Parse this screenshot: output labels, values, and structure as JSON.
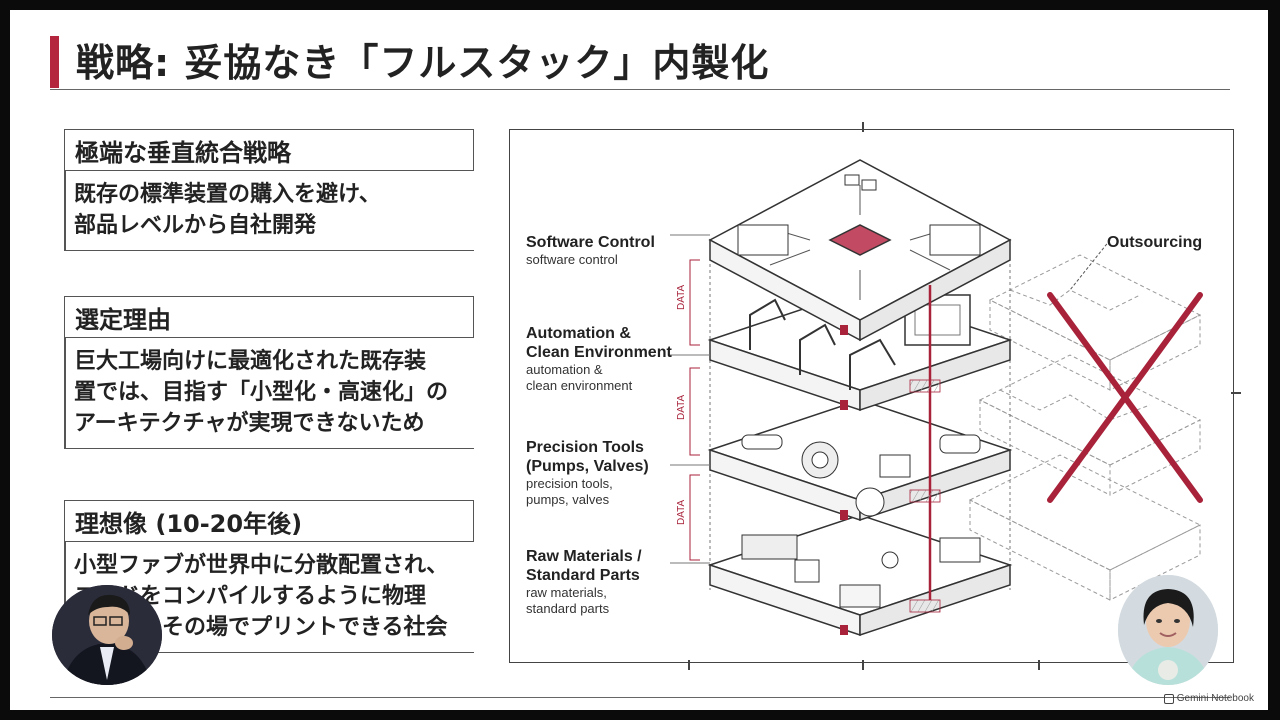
{
  "slide": {
    "title": "戦略: 妥協なき「フルスタック」内製化"
  },
  "sections": [
    {
      "heading": "極端な垂直統合戦略",
      "lines": [
        "既存の標準装置の購入を避け、",
        "部品レベルから自社開発"
      ]
    },
    {
      "heading": "選定理由",
      "lines": [
        "巨大工場向けに最適化された既存装",
        "置では、目指す「小型化・高速化」の",
        "アーキテクチャが実現できないため"
      ]
    },
    {
      "heading": "理想像 (10-20年後)",
      "lines": [
        "小型ファブが世界中に分散配置され、",
        "コードをコンパイルするように物理",
        "チップをその場でプリントできる社会"
      ]
    }
  ],
  "diagram": {
    "layers": [
      {
        "title": [
          "Software Control"
        ],
        "subtitle": [
          "software control"
        ]
      },
      {
        "title": [
          "Automation &",
          "Clean Environment"
        ],
        "subtitle": [
          "automation &",
          "clean environment"
        ]
      },
      {
        "title": [
          "Precision Tools",
          "(Pumps, Valves)"
        ],
        "subtitle": [
          "precision tools,",
          "pumps, valves"
        ]
      },
      {
        "title": [
          "Raw Materials /",
          "Standard Parts"
        ],
        "subtitle": [
          "raw materials,",
          "standard parts"
        ]
      }
    ],
    "data_label": "DATA",
    "outsourcing_label": "Outsourcing",
    "accent_color": "#b3263e"
  },
  "watermark": {
    "text": "Gemini Notebook"
  }
}
